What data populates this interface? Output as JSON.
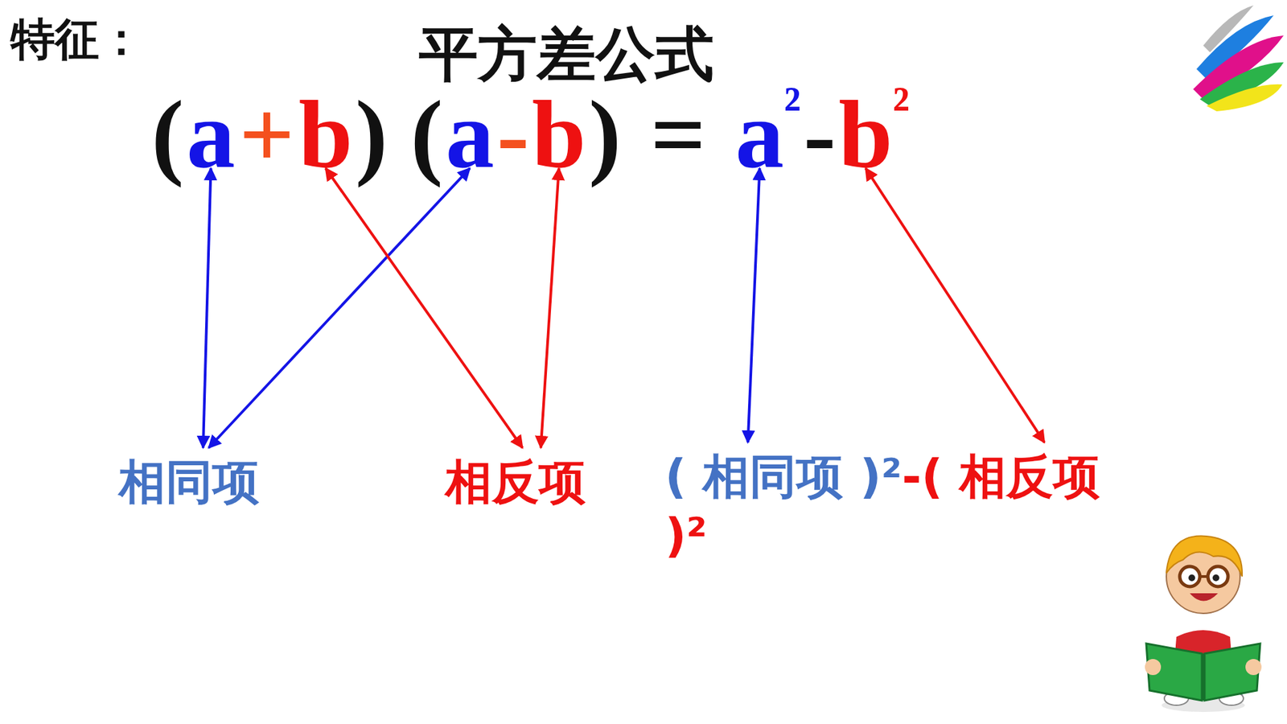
{
  "diagram": {
    "title": "平方差公式",
    "nodes": [
      {
        "text": [
          "a"
        ]
      },
      {
        "text": [
          "b"
        ]
      },
      {
        "text": [
          "a"
        ]
      },
      {
        "text": [
          "b"
        ]
      },
      {
        "text": [
          "a"
        ]
      },
      {
        "text": [
          "b"
        ]
      },
      {
        "text": [
          "相同项"
        ]
      },
      {
        "text": [
          "相反项"
        ]
      },
      {
        "text": [
          "( 相同项 )²",
          "-( 相反项 )²"
        ]
      }
    ],
    "edges": [
      {
        "from": 0,
        "to": 6,
        "arrow": "both"
      },
      {
        "from": 2,
        "to": 6,
        "arrow": "both"
      },
      {
        "from": 1,
        "to": 7,
        "arrow": "both"
      },
      {
        "from": 3,
        "to": 7,
        "arrow": "both"
      },
      {
        "from": 4,
        "to": 8,
        "arrow": "both"
      },
      {
        "from": 5,
        "to": 8,
        "arrow": "both"
      }
    ],
    "labels": [
      "特征：",
      "(",
      "+",
      ")",
      "(",
      "-",
      ")",
      "=",
      "²",
      "-",
      "²"
    ]
  }
}
